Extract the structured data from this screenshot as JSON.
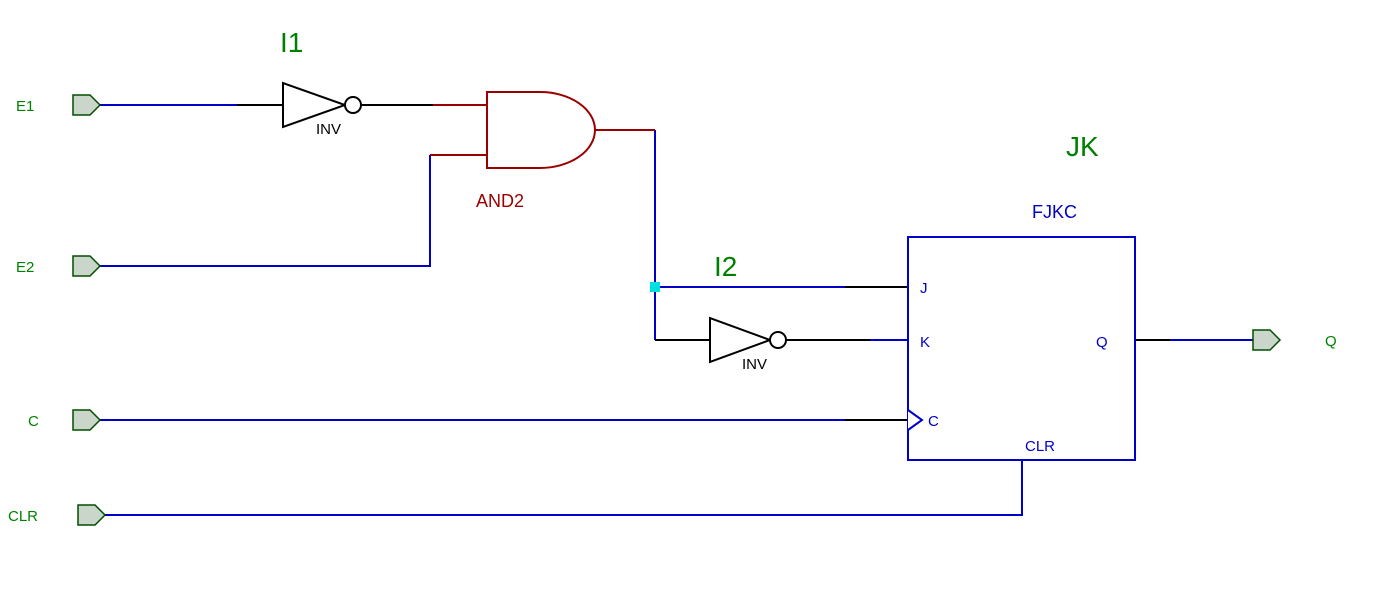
{
  "colors": {
    "background": "#FFFFFF",
    "wire": "#0000C8",
    "stub": "#000000",
    "inverter": "#000000",
    "and_gate": "#9B0000",
    "flipflop": "#0000C8",
    "label_green": "#008000",
    "junction": "#00E0E0",
    "pin_fill": "#C9D6C9",
    "pin_border": "#004F00",
    "white": "#FFFFFF"
  },
  "ports": {
    "e1": "E1",
    "e2": "E2",
    "c": "C",
    "clr": "CLR",
    "q": "Q"
  },
  "components": {
    "inverter1": {
      "instance": "I1",
      "type": "INV"
    },
    "inverter2": {
      "instance": "I2",
      "type": "INV"
    },
    "and_gate": {
      "type": "AND2"
    },
    "flipflop": {
      "instance": "JK",
      "type": "FJKC",
      "pins": {
        "j": "J",
        "k": "K",
        "c": "C",
        "clr": "CLR",
        "q": "Q"
      }
    }
  }
}
